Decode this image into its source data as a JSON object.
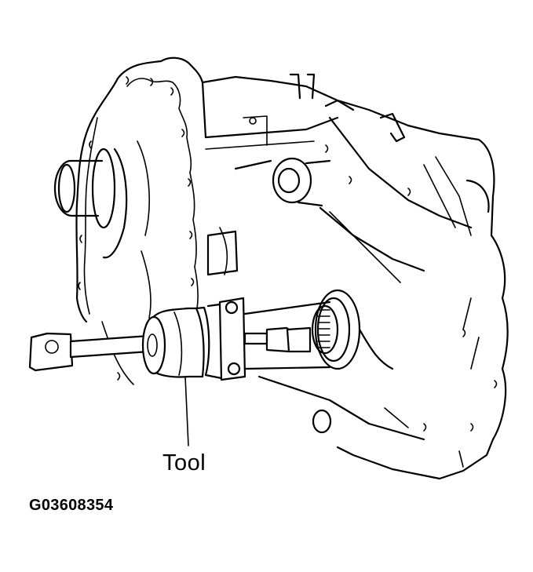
{
  "figure": {
    "subject": "transfer case assembly with bearing puller tool installed on output shaft",
    "callouts": [
      {
        "label": "Tool",
        "leader_from": [
          236,
          480
        ],
        "leader_to": [
          240,
          568
        ]
      }
    ],
    "figure_code": "G03608354"
  }
}
